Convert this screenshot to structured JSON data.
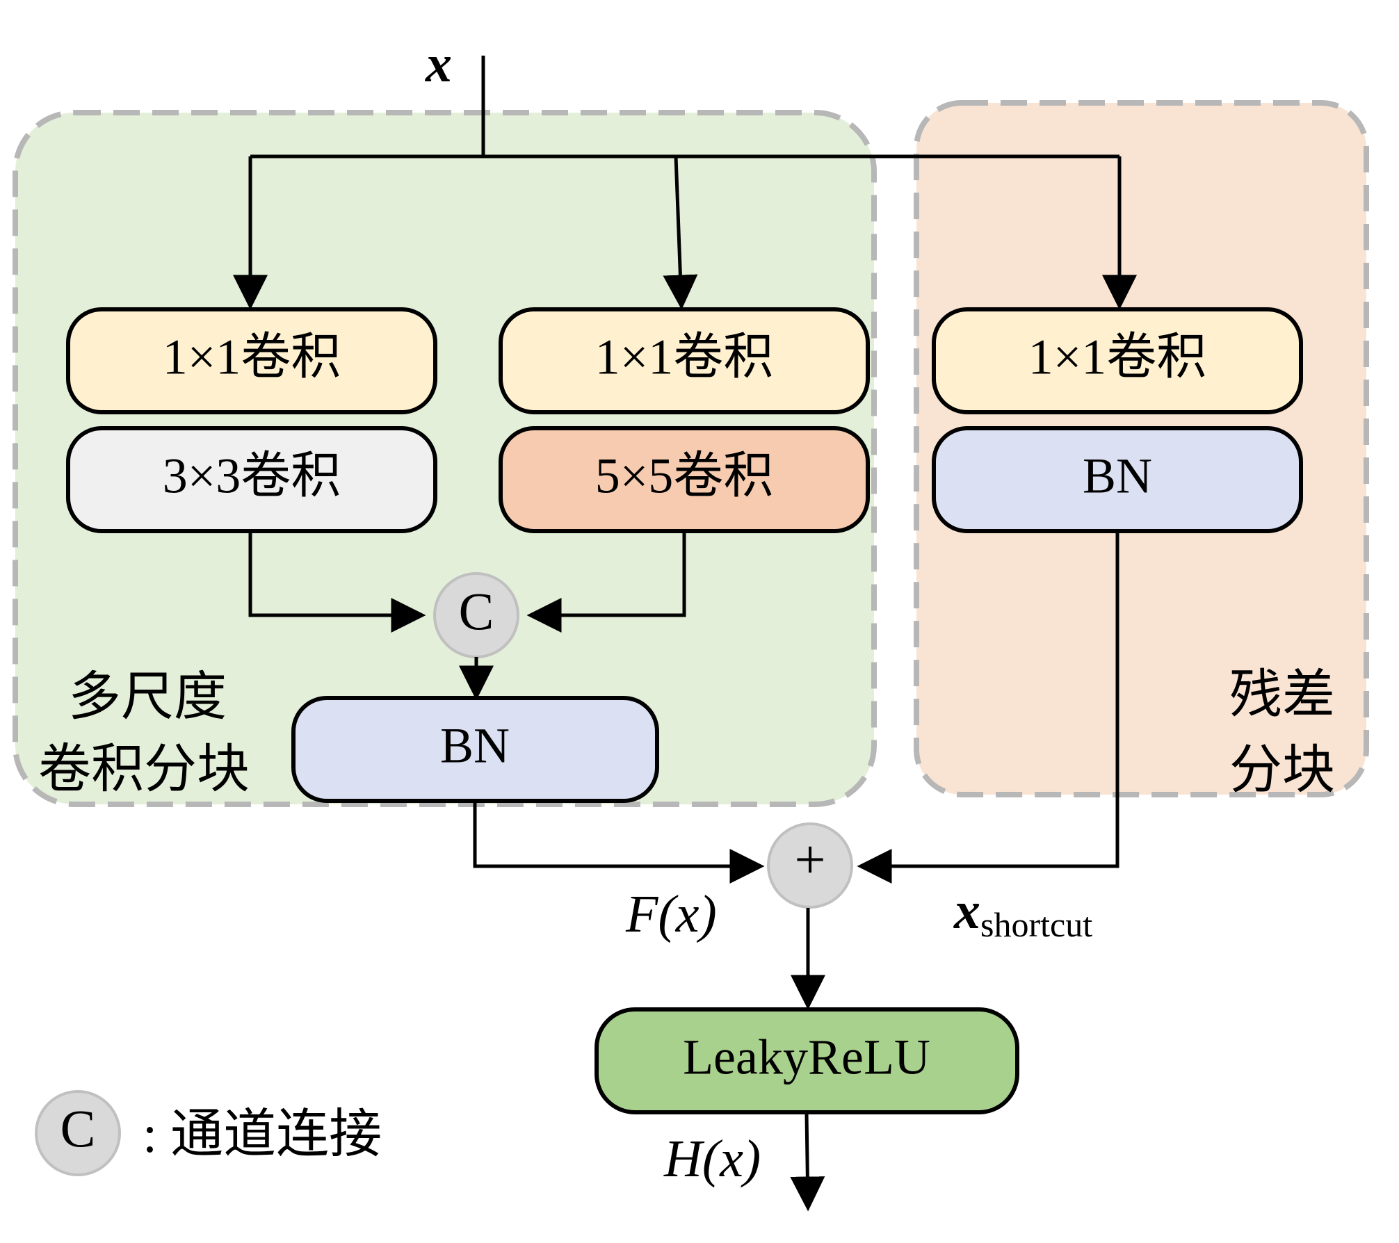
{
  "diagram": {
    "input_label": "x",
    "multiscale_group": {
      "label_line1": "多尺度",
      "label_line2": "卷积分块",
      "fill": "#e3efd9"
    },
    "residual_group": {
      "label_line1": "残差",
      "label_line2": "分块",
      "fill": "#f9e3d3"
    },
    "branch1": {
      "conv1": "1×1卷积",
      "conv2": "3×3卷积",
      "conv1_fill": "#fff1d0",
      "conv2_fill": "#f0f0f0"
    },
    "branch2": {
      "conv1": "1×1卷积",
      "conv2": "5×5卷积",
      "conv1_fill": "#fff1d0",
      "conv2_fill": "#f7cbb0"
    },
    "residual": {
      "conv1": "1×1卷积",
      "bn": "BN",
      "conv1_fill": "#fff1d0",
      "bn_fill": "#dbe1f2"
    },
    "concat_node": {
      "symbol": "C",
      "fill": "#d9d9d9"
    },
    "bn_main": {
      "text": "BN",
      "fill": "#dbe1f2"
    },
    "add_node": {
      "symbol": "+",
      "fill": "#d9d9d9"
    },
    "fx_label": "F(x)",
    "shortcut_label_main": "x",
    "shortcut_label_sub": "shortcut",
    "activation": {
      "text": "LeakyReLU",
      "fill": "#a9d18e"
    },
    "hx_label": "H(x)",
    "legend": {
      "symbol": "C",
      "text": ": 通道连接"
    }
  }
}
